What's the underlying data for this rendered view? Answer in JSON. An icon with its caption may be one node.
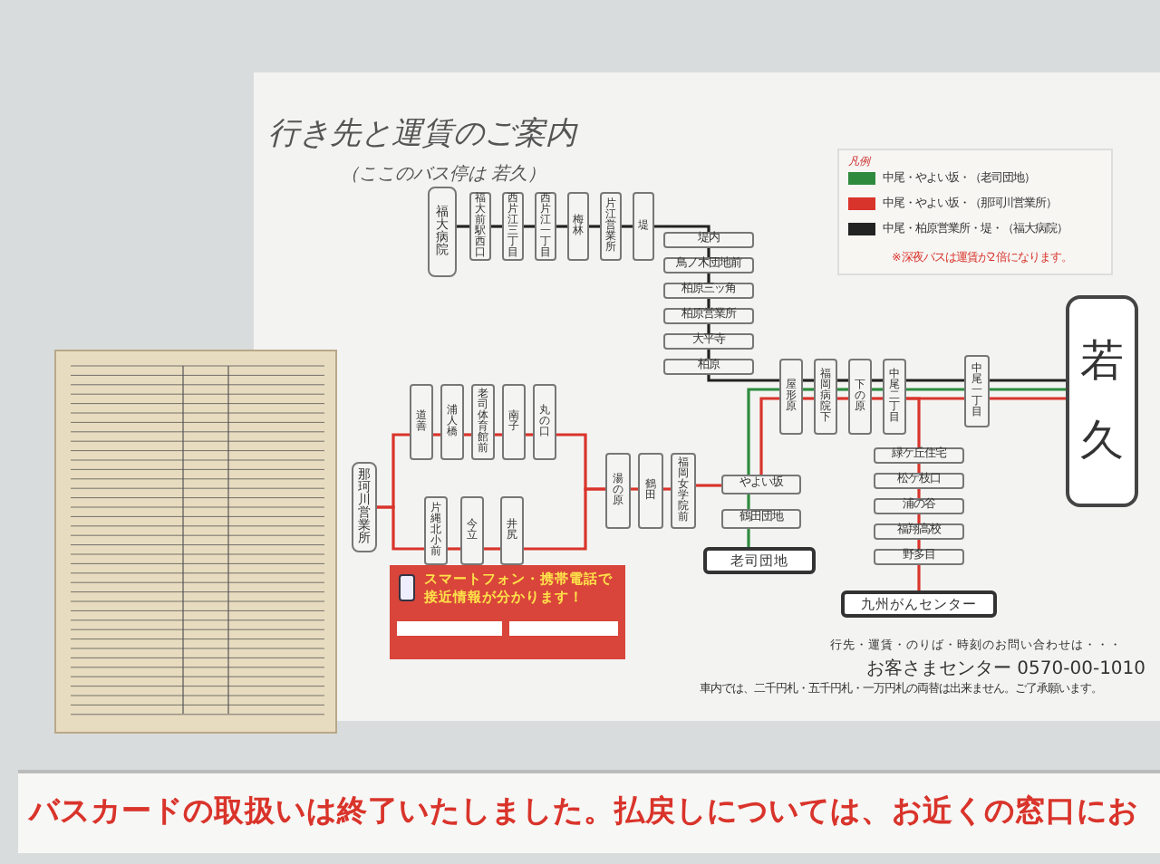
{
  "diagram": {
    "title": "行き先と運賃のご案内",
    "nodes": [
      {
        "text": [
          "福大病院"
        ]
      },
      {
        "text": [
          "福大前駅西口"
        ]
      },
      {
        "text": [
          "西片江三丁目"
        ]
      },
      {
        "text": [
          "西片江一丁目"
        ]
      },
      {
        "text": [
          "梅林"
        ]
      },
      {
        "text": [
          "片江営業所"
        ]
      },
      {
        "text": [
          "堤"
        ]
      },
      {
        "text": [
          "堤内"
        ]
      },
      {
        "text": [
          "鳥ノ木団地前"
        ]
      },
      {
        "text": [
          "柏原三ッ角"
        ]
      },
      {
        "text": [
          "柏原営業所"
        ]
      },
      {
        "text": [
          "大平寺"
        ]
      },
      {
        "text": [
          "柏原"
        ]
      },
      {
        "text": [
          "屋形原"
        ]
      },
      {
        "text": [
          "福岡病院下"
        ]
      },
      {
        "text": [
          "下の原"
        ]
      },
      {
        "text": [
          "中尾二丁目"
        ]
      },
      {
        "text": [
          "中尾一丁目"
        ]
      },
      {
        "text": [
          "若久"
        ]
      },
      {
        "text": [
          "やよい坂"
        ]
      },
      {
        "text": [
          "鶴田団地"
        ]
      },
      {
        "text": [
          "老司団地"
        ]
      },
      {
        "text": [
          "緑ケ丘住宅"
        ]
      },
      {
        "text": [
          "松ケ枝口"
        ]
      },
      {
        "text": [
          "浦の谷"
        ]
      },
      {
        "text": [
          "福翔高校"
        ]
      },
      {
        "text": [
          "野多目"
        ]
      },
      {
        "text": [
          "九州がんセンター"
        ]
      },
      {
        "text": [
          "那珂川営業所"
        ]
      },
      {
        "text": [
          "道善"
        ]
      },
      {
        "text": [
          "浦人橋"
        ]
      },
      {
        "text": [
          "老司体育館前"
        ]
      },
      {
        "text": [
          "南子"
        ]
      },
      {
        "text": [
          "丸の口"
        ]
      },
      {
        "text": [
          "片縄北小前"
        ]
      },
      {
        "text": [
          "今立"
        ]
      },
      {
        "text": [
          "井尻"
        ]
      },
      {
        "text": [
          "湯の原"
        ]
      },
      {
        "text": [
          "鶴田"
        ]
      },
      {
        "text": [
          "福岡女学院前"
        ]
      }
    ],
    "edges": [
      {
        "from": 0,
        "to": 1,
        "arrow": "none",
        "color": "#222222"
      },
      {
        "from": 1,
        "to": 2,
        "arrow": "none",
        "color": "#222222"
      },
      {
        "from": 2,
        "to": 3,
        "arrow": "none",
        "color": "#222222"
      },
      {
        "from": 3,
        "to": 4,
        "arrow": "none",
        "color": "#222222"
      },
      {
        "from": 4,
        "to": 5,
        "arrow": "none",
        "color": "#222222"
      },
      {
        "from": 5,
        "to": 6,
        "arrow": "none",
        "color": "#222222"
      },
      {
        "from": 6,
        "to": 7,
        "arrow": "none",
        "color": "#222222"
      },
      {
        "from": 7,
        "to": 8,
        "arrow": "none",
        "color": "#222222"
      },
      {
        "from": 8,
        "to": 9,
        "arrow": "none",
        "color": "#222222"
      },
      {
        "from": 9,
        "to": 10,
        "arrow": "none",
        "color": "#222222"
      },
      {
        "from": 10,
        "to": 11,
        "arrow": "none",
        "color": "#222222"
      },
      {
        "from": 11,
        "to": 12,
        "arrow": "none",
        "color": "#222222"
      },
      {
        "from": 12,
        "to": 13,
        "arrow": "none",
        "color": "#222222"
      },
      {
        "from": 13,
        "to": 14,
        "arrow": "none",
        "color": "#222222"
      },
      {
        "from": 14,
        "to": 15,
        "arrow": "none",
        "color": "#222222"
      },
      {
        "from": 15,
        "to": 16,
        "arrow": "none",
        "color": "#222222"
      },
      {
        "from": 16,
        "to": 17,
        "arrow": "none",
        "color": "#222222"
      },
      {
        "from": 17,
        "to": 18,
        "arrow": "none",
        "color": "#222222"
      },
      {
        "from": 21,
        "to": 20,
        "arrow": "none",
        "color": "#2e8b3e"
      },
      {
        "from": 20,
        "to": 19,
        "arrow": "none",
        "color": "#2e8b3e"
      },
      {
        "from": 19,
        "to": 13,
        "arrow": "none",
        "color": "#2e8b3e"
      },
      {
        "from": 13,
        "to": 14,
        "arrow": "none",
        "color": "#2e8b3e"
      },
      {
        "from": 14,
        "to": 15,
        "arrow": "none",
        "color": "#2e8b3e"
      },
      {
        "from": 15,
        "to": 16,
        "arrow": "none",
        "color": "#2e8b3e"
      },
      {
        "from": 16,
        "to": 17,
        "arrow": "none",
        "color": "#2e8b3e"
      },
      {
        "from": 17,
        "to": 18,
        "arrow": "none",
        "color": "#2e8b3e"
      },
      {
        "from": 28,
        "to": 29,
        "arrow": "none"
      },
      {
        "from": 29,
        "to": 30,
        "arrow": "none"
      },
      {
        "from": 30,
        "to": 31,
        "arrow": "none"
      },
      {
        "from": 31,
        "to": 32,
        "arrow": "none"
      },
      {
        "from": 32,
        "to": 33,
        "arrow": "none"
      },
      {
        "from": 33,
        "to": 37,
        "arrow": "none"
      },
      {
        "from": 28,
        "to": 34,
        "arrow": "none"
      },
      {
        "from": 34,
        "to": 35,
        "arrow": "none"
      },
      {
        "from": 35,
        "to": 36,
        "arrow": "none"
      },
      {
        "from": 36,
        "to": 37,
        "arrow": "none"
      },
      {
        "from": 37,
        "to": 38,
        "arrow": "none"
      },
      {
        "from": 38,
        "to": 39,
        "arrow": "none"
      },
      {
        "from": 39,
        "to": 19,
        "arrow": "none"
      },
      {
        "from": 19,
        "to": 13,
        "arrow": "none"
      },
      {
        "from": 13,
        "to": 14,
        "arrow": "none"
      },
      {
        "from": 14,
        "to": 15,
        "arrow": "none"
      },
      {
        "from": 15,
        "to": 16,
        "arrow": "none"
      },
      {
        "from": 16,
        "to": 17,
        "arrow": "none"
      },
      {
        "from": 17,
        "to": 18,
        "arrow": "none"
      },
      {
        "from": 16,
        "to": 22,
        "arrow": "none"
      },
      {
        "from": 22,
        "to": 23,
        "arrow": "none"
      },
      {
        "from": 23,
        "to": 24,
        "arrow": "none"
      },
      {
        "from": 24,
        "to": 25,
        "arrow": "none"
      },
      {
        "from": 25,
        "to": 26,
        "arrow": "none"
      },
      {
        "from": 26,
        "to": 27,
        "arrow": "none"
      }
    ],
    "labels": [
      "（ここのバス停は 若久）",
      "凡例",
      "※深夜バスは運賃が2倍になります。",
      "スマートフォン・携帯電話で接近情報が分かります！",
      "行先・運賃・のりば・時刻のお問い合わせは・・・",
      "お客さまセンター 0570-00-1010",
      "車内では、二千円札・五千円札・一万円札の両替は出来ません。ご了承願います。",
      "バスカードの取扱いは終了いたしました。払戻しについては、お近くの窓口にお"
    ],
    "legend": [
      {
        "text": "中尾・やよい坂・（老司団地）",
        "color": "#2e8b3e"
      },
      {
        "text": "中尾・やよい坂・（那珂川営業所）",
        "color": "#d9342b"
      },
      {
        "text": "中尾・柏原営業所・堤・（福大病院）",
        "color": "#222222"
      }
    ]
  }
}
